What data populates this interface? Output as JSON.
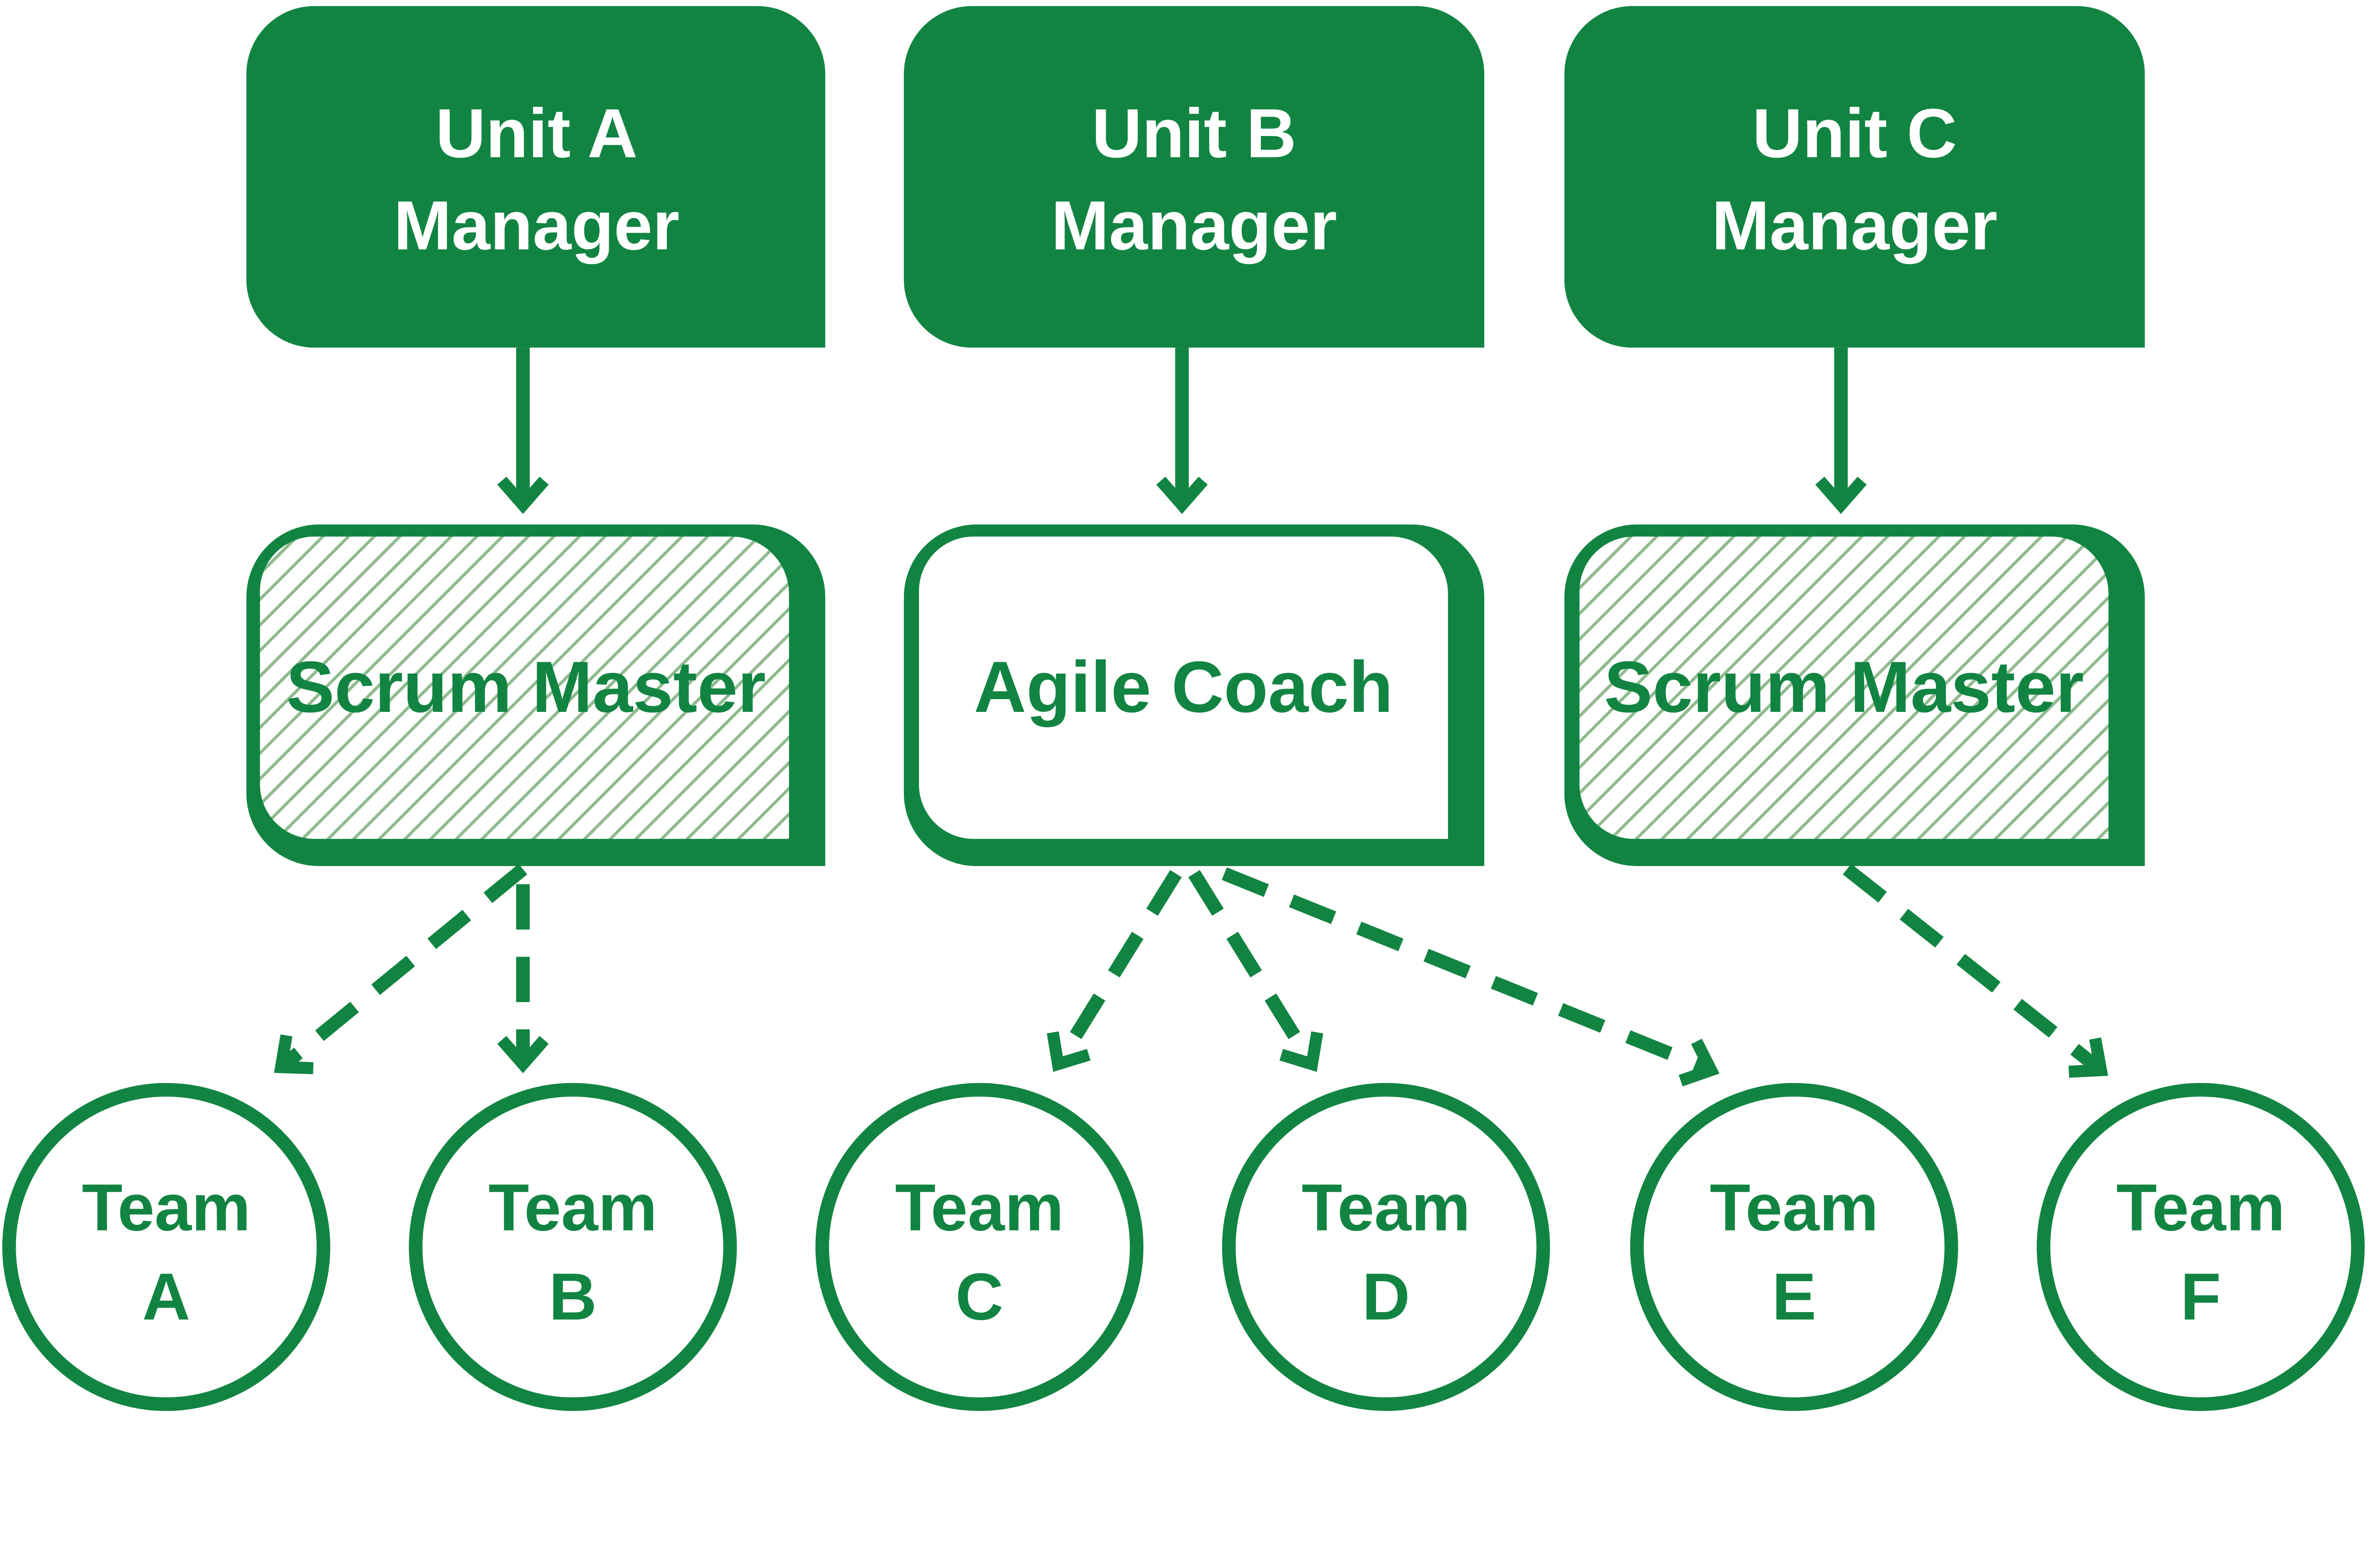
{
  "colors": {
    "primary": "#128442",
    "hatch": "#8fbb8f",
    "background": "#ffffff"
  },
  "managers": [
    {
      "line1": "Unit A",
      "line2": "Manager"
    },
    {
      "line1": "Unit B",
      "line2": "Manager"
    },
    {
      "line1": "Unit C",
      "line2": "Manager"
    }
  ],
  "roles": [
    {
      "label": "Scrum Master",
      "style": "hatched"
    },
    {
      "label": "Agile Coach",
      "style": "plain"
    },
    {
      "label": "Scrum Master",
      "style": "hatched"
    }
  ],
  "teams": [
    {
      "line1": "Team",
      "line2": "A"
    },
    {
      "line1": "Team",
      "line2": "B"
    },
    {
      "line1": "Team",
      "line2": "C"
    },
    {
      "line1": "Team",
      "line2": "D"
    },
    {
      "line1": "Team",
      "line2": "E"
    },
    {
      "line1": "Team",
      "line2": "F"
    }
  ],
  "connections": [
    {
      "from": "Unit A Manager",
      "to": "Scrum Master (A)",
      "line": "solid"
    },
    {
      "from": "Unit B Manager",
      "to": "Agile Coach",
      "line": "solid"
    },
    {
      "from": "Unit C Manager",
      "to": "Scrum Master (C)",
      "line": "solid"
    },
    {
      "from": "Scrum Master (A)",
      "to": "Team A",
      "line": "dashed"
    },
    {
      "from": "Scrum Master (A)",
      "to": "Team B",
      "line": "dashed"
    },
    {
      "from": "Agile Coach",
      "to": "Team C",
      "line": "dashed"
    },
    {
      "from": "Agile Coach",
      "to": "Team D",
      "line": "dashed"
    },
    {
      "from": "Agile Coach",
      "to": "Team E",
      "line": "dashed"
    },
    {
      "from": "Scrum Master (C)",
      "to": "Team F",
      "line": "dashed"
    }
  ]
}
